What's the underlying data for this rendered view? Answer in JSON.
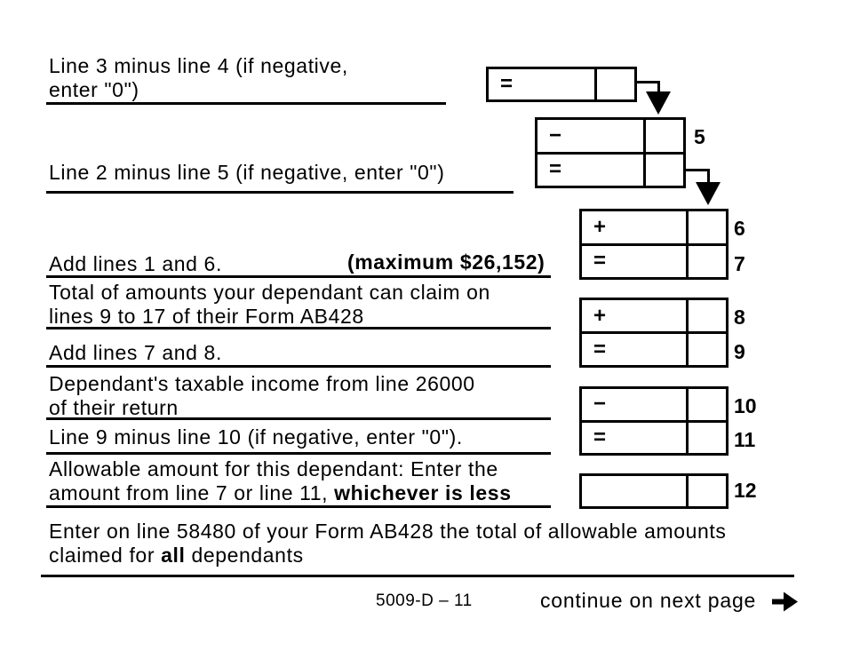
{
  "colors": {
    "ink": "#000000",
    "paper": "#ffffff"
  },
  "instructions": {
    "line5_calc": {
      "line1": "Line 3 minus line 4 (if negative,",
      "line2": "enter \"0\")"
    },
    "line2_minus_5": {
      "line1": "Line 2 minus line 5 (if negative, enter \"0\")"
    },
    "add_1_6": {
      "label": "Add lines 1 and 6.",
      "max_note": "(maximum $26,152)"
    },
    "dependant_claim": {
      "line1": "Total of amounts your dependant can claim on",
      "line2": "lines 9 to 17 of their Form AB428"
    },
    "add_7_8": {
      "label": "Add lines 7 and 8."
    },
    "dependant_income": {
      "line1": "Dependant's taxable income from line 26000",
      "line2": "of their return"
    },
    "line9_minus_10": {
      "line1": "Line 9 minus line 10 (if negative, enter \"0\")."
    },
    "allowable_amount": {
      "line1": "Allowable amount for this dependant: Enter the",
      "line2_normal": "amount from line 7 or line 11, ",
      "line2_bold": "whichever is less"
    },
    "enter_total": {
      "line1": "Enter on line 58480 of your Form AB428 the total of allowable amounts",
      "line2_pre": "claimed for ",
      "line2_bold": "all",
      "line2_post": " dependants"
    }
  },
  "operators": {
    "equals": "=",
    "plus": "+",
    "minus": "−"
  },
  "line_numbers": {
    "n5": "5",
    "n6": "6",
    "n7": "7",
    "n8": "8",
    "n9": "9",
    "n10": "10",
    "n11": "11",
    "n12": "12"
  },
  "footer": {
    "form_code": "5009-D – 11",
    "continue_text": "continue on next page"
  }
}
